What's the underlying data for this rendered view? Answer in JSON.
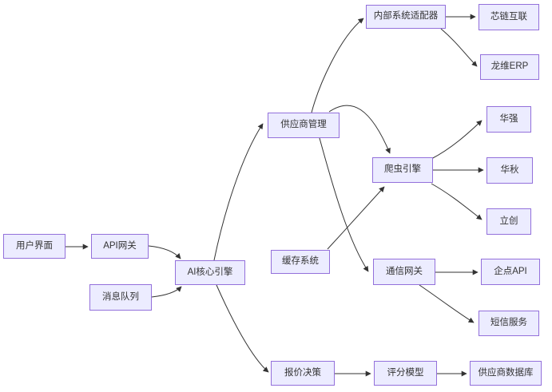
{
  "diagram": {
    "type": "flowchart",
    "direction": "left-to-right",
    "colors": {
      "background": "#FFFFFF",
      "node_fill": "#ECECFF",
      "node_border": "#9370DB",
      "edge": "#333333",
      "text": "#333333"
    },
    "nodes": {
      "user_interface": {
        "label": "用户界面"
      },
      "api_gateway": {
        "label": "API网关"
      },
      "message_queue": {
        "label": "消息队列"
      },
      "ai_core_engine": {
        "label": "AI核心引擎"
      },
      "supplier_management": {
        "label": "供应商管理"
      },
      "cache_system": {
        "label": "缓存系统"
      },
      "quote_decision": {
        "label": "报价决策"
      },
      "internal_system_adapter": {
        "label": "内部系统适配器"
      },
      "crawler_engine": {
        "label": "爬虫引擎"
      },
      "communication_gateway": {
        "label": "通信网关"
      },
      "scoring_model": {
        "label": "评分模型"
      },
      "chiplink": {
        "label": "芯链互联"
      },
      "longwei_erp": {
        "label": "龙维ERP"
      },
      "huaqiang": {
        "label": "华强"
      },
      "huaqiu": {
        "label": "华秋"
      },
      "lichuang": {
        "label": "立创"
      },
      "qidian_api": {
        "label": "企点API"
      },
      "sms_service": {
        "label": "短信服务"
      },
      "supplier_database": {
        "label": "供应商数据库"
      }
    },
    "edges": [
      {
        "from": "用户界面",
        "to": "API网关"
      },
      {
        "from": "API网关",
        "to": "AI核心引擎"
      },
      {
        "from": "消息队列",
        "to": "AI核心引擎"
      },
      {
        "from": "AI核心引擎",
        "to": "供应商管理"
      },
      {
        "from": "AI核心引擎",
        "to": "报价决策"
      },
      {
        "from": "供应商管理",
        "to": "内部系统适配器"
      },
      {
        "from": "供应商管理",
        "to": "爬虫引擎"
      },
      {
        "from": "供应商管理",
        "to": "通信网关"
      },
      {
        "from": "缓存系统",
        "to": "爬虫引擎"
      },
      {
        "from": "内部系统适配器",
        "to": "芯链互联"
      },
      {
        "from": "内部系统适配器",
        "to": "龙维ERP"
      },
      {
        "from": "爬虫引擎",
        "to": "华强"
      },
      {
        "from": "爬虫引擎",
        "to": "华秋"
      },
      {
        "from": "爬虫引擎",
        "to": "立创"
      },
      {
        "from": "通信网关",
        "to": "企点API"
      },
      {
        "from": "通信网关",
        "to": "短信服务"
      },
      {
        "from": "报价决策",
        "to": "评分模型"
      },
      {
        "from": "评分模型",
        "to": "供应商数据库"
      }
    ]
  }
}
